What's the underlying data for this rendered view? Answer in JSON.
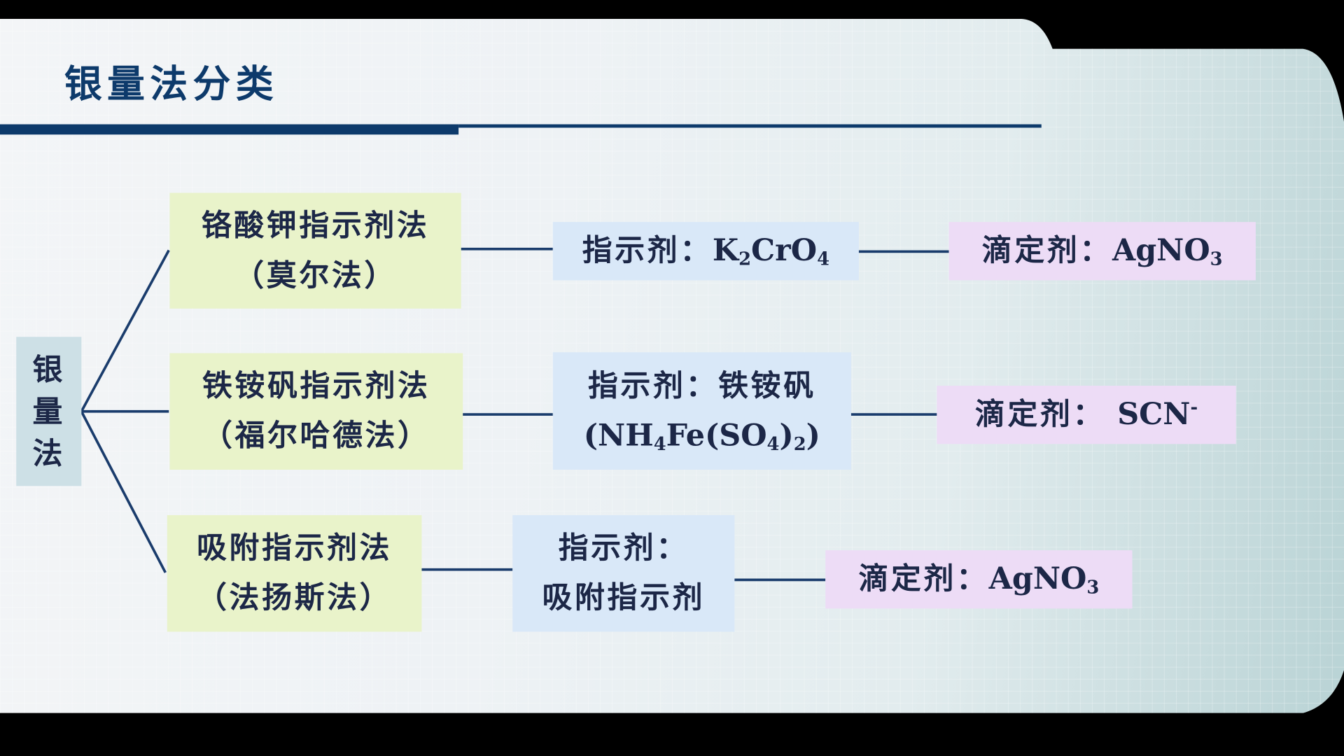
{
  "title": "银量法分类",
  "root": [
    "银",
    "量",
    "法"
  ],
  "rows": [
    {
      "method": [
        "铬酸钾指示剂法",
        "（莫尔法）"
      ],
      "indicator_label": "指示剂：",
      "indicator": {
        "a": "K",
        "s1": "2",
        "b": "CrO",
        "s2": "4"
      },
      "titrant_label": "滴定剂：",
      "titrant": {
        "a": "AgNO",
        "s": "3"
      }
    },
    {
      "method": [
        "铁铵矾指示剂法",
        "（福尔哈德法）"
      ],
      "indicator_label": "指示剂：铁铵矾",
      "indicator": {
        "a": "(NH",
        "s1": "4",
        "b": "Fe(SO",
        "s2": "4",
        "c": ")",
        "s3": "2",
        "d": ")"
      },
      "titrant_label": "滴定剂：",
      "titrant": {
        "a": "SCN",
        "sup": "-"
      }
    },
    {
      "method": [
        "吸附指示剂法",
        "（法扬斯法）"
      ],
      "indicator_label": "指示剂：",
      "indicator_line2": "吸附指示剂",
      "titrant_label": "滴定剂：",
      "titrant": {
        "a": "AgNO",
        "s": "3"
      }
    }
  ]
}
